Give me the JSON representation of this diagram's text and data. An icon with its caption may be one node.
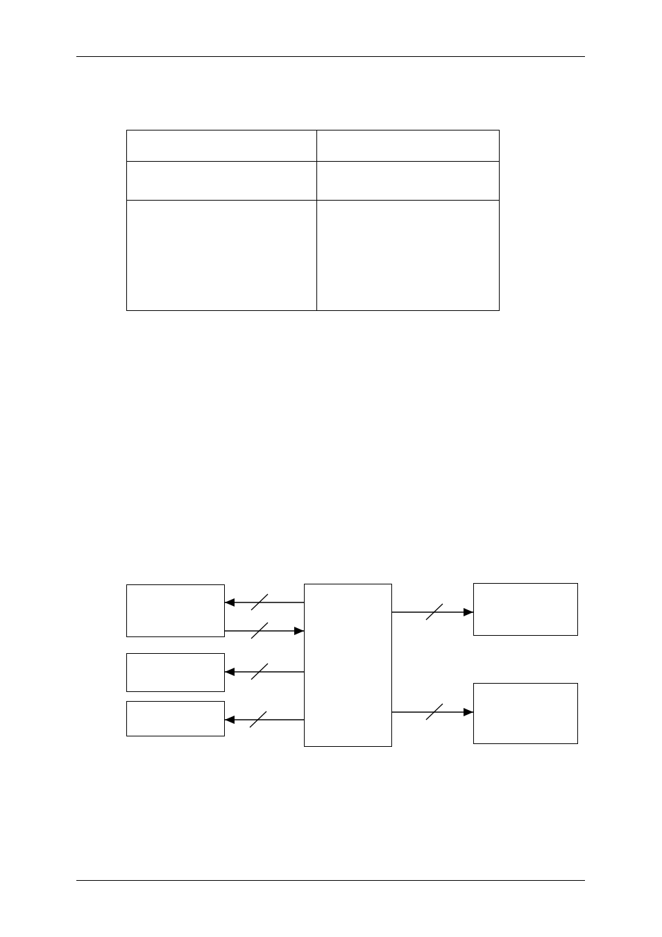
{
  "diagram": {
    "nodes": [
      {
        "text": [],
        "shape": "box"
      },
      {
        "text": [],
        "shape": "box"
      },
      {
        "text": [],
        "shape": "box"
      },
      {
        "text": [],
        "shape": "box"
      },
      {
        "text": [],
        "shape": "box"
      },
      {
        "text": [],
        "shape": "box"
      }
    ],
    "edges": [
      {
        "from": 3,
        "to": 0,
        "arrow": "to"
      },
      {
        "from": 0,
        "to": 3,
        "arrow": "to"
      },
      {
        "from": 3,
        "to": 1,
        "arrow": "to"
      },
      {
        "from": 3,
        "to": 2,
        "arrow": "to"
      },
      {
        "from": 3,
        "to": 4,
        "arrow": "to"
      },
      {
        "from": 3,
        "to": 5,
        "arrow": "to"
      }
    ]
  }
}
